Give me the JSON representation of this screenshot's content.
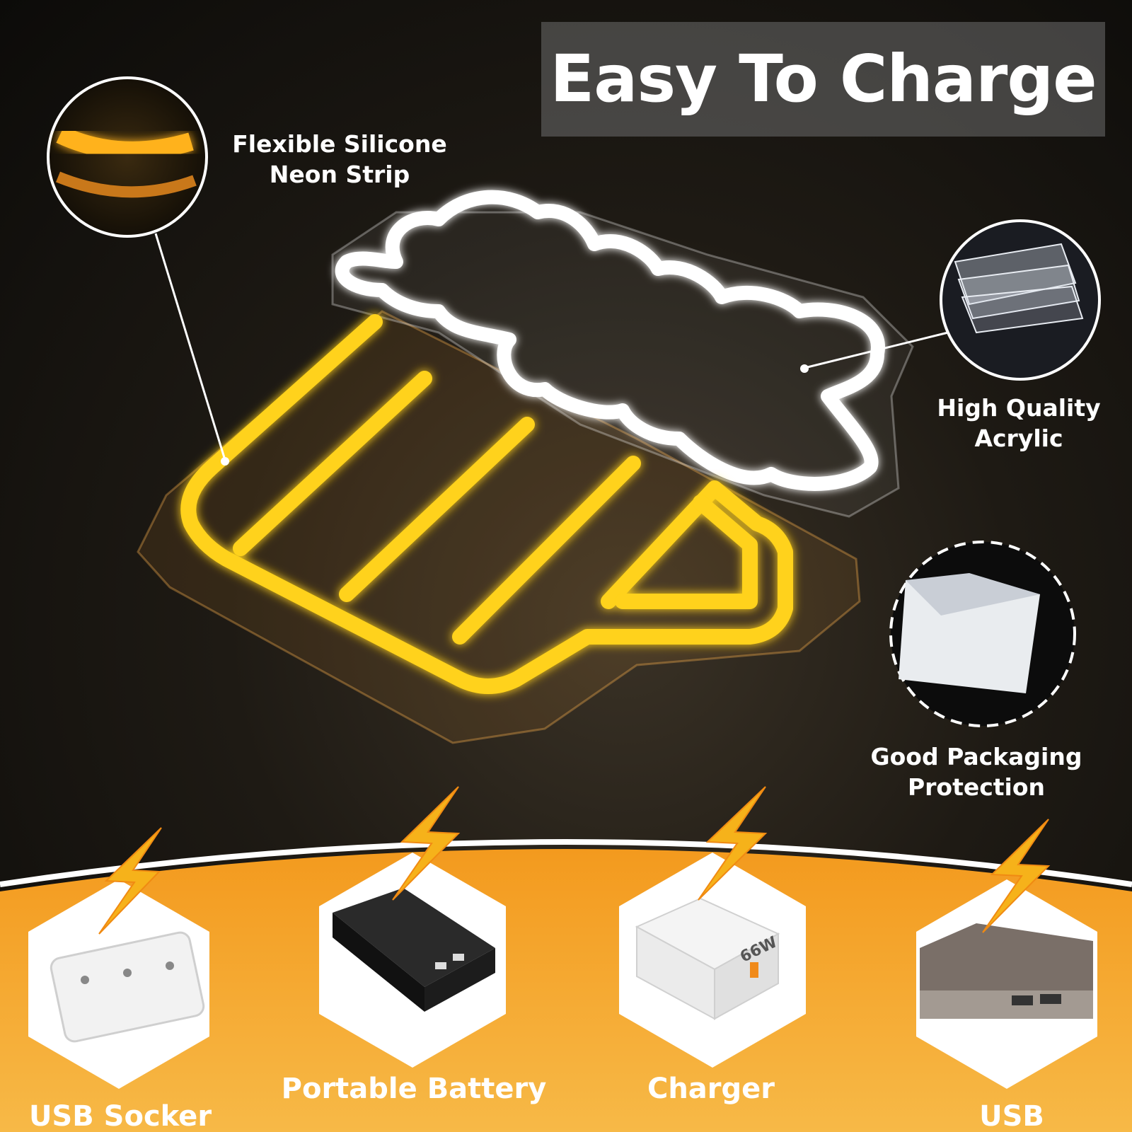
{
  "title": "Easy To Charge",
  "features": [
    {
      "line1": "Flexible Silicone",
      "line2": "Neon Strip",
      "icon": "neon-strip-closeup"
    },
    {
      "line1": "High Quality",
      "line2": "Acrylic",
      "icon": "acrylic-sheets"
    },
    {
      "line1": "Good Packaging",
      "line2": "Protection",
      "icon": "protective-film"
    }
  ],
  "devices": [
    {
      "label": "USB Socker",
      "icon": "power-strip-icon"
    },
    {
      "label": "Portable Battery",
      "icon": "power-bank-icon"
    },
    {
      "label": "Charger",
      "icon": "wall-charger-icon"
    },
    {
      "label": "USB Interface",
      "icon": "laptop-usb-icon"
    }
  ],
  "charger_marking": "66W",
  "colors": {
    "neon_yellow": "#FFD21A",
    "neon_white": "#FFFFFF",
    "orange_band": "#F3A12C",
    "lightning": "#F6B21A"
  }
}
